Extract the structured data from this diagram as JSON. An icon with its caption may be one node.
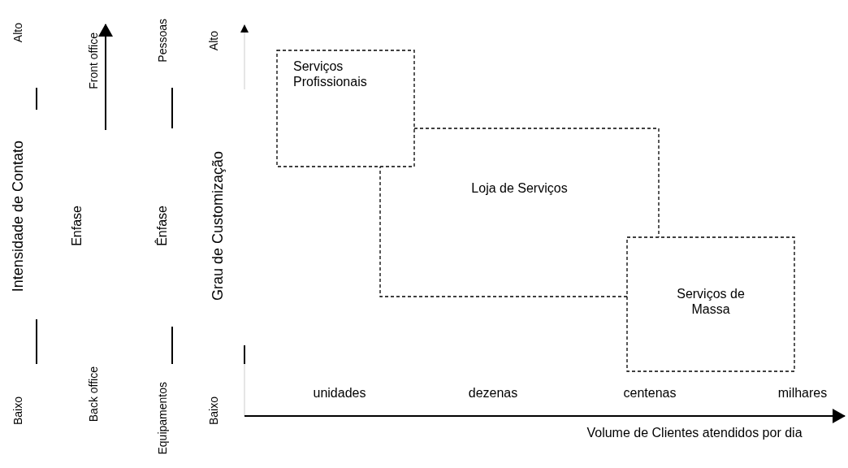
{
  "diagram": {
    "nodes": [
      {
        "text": [
          "Serviços Profissionais"
        ]
      },
      {
        "text": [
          "Loja de Serviços"
        ]
      },
      {
        "text": [
          "Serviços de Massa"
        ]
      }
    ],
    "labels": [
      "Alto",
      "Intensidade de Contato",
      "Baixo",
      "Front office",
      "Enfase",
      "Back office",
      "Pessoas",
      "Ênfase",
      "Equipamentos",
      "Alto",
      "Grau de Customização",
      "Baixo",
      "unidades",
      "dezenas",
      "centenas",
      "milhares",
      "Volume de Clientes atendidos por dia"
    ]
  }
}
